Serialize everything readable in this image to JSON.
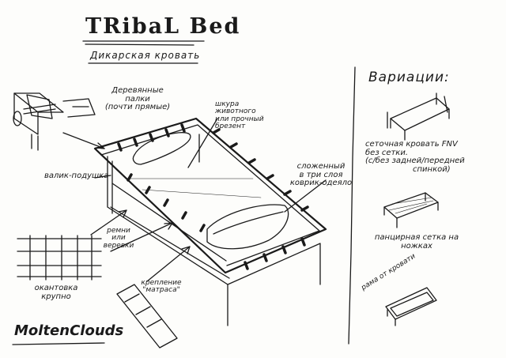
{
  "title": "TRibaL Bed",
  "subtitle": "Дикарская кровать",
  "variations_heading": "Вариации:",
  "labels": {
    "sticks": [
      "Деревянные",
      "палки",
      "(почти прямые)"
    ],
    "pillow": "валик-подушка",
    "hide": [
      "шкура",
      "животного",
      "или прочный",
      "брезент"
    ],
    "blanket": [
      "сложенный",
      "в три слоя",
      "коврик-одеяло"
    ],
    "ropes": [
      "ремни",
      "или",
      "веревки"
    ],
    "edging": [
      "окантовка",
      "крупно"
    ],
    "mattress_fix": [
      "крепление",
      "\"матраса\""
    ]
  },
  "variations": [
    {
      "caption": [
        "сеточная кровать FNV",
        "без сетки.",
        "(с/без задней/передней",
        "спинкой)"
      ]
    },
    {
      "caption": [
        "панцирная сетка на",
        "ножках"
      ]
    },
    {
      "caption": "рама от кровати"
    }
  ],
  "logo": "MoltenClouds",
  "colors": {
    "ink": "#1a1a1a",
    "paper": "#fdfdfb"
  }
}
